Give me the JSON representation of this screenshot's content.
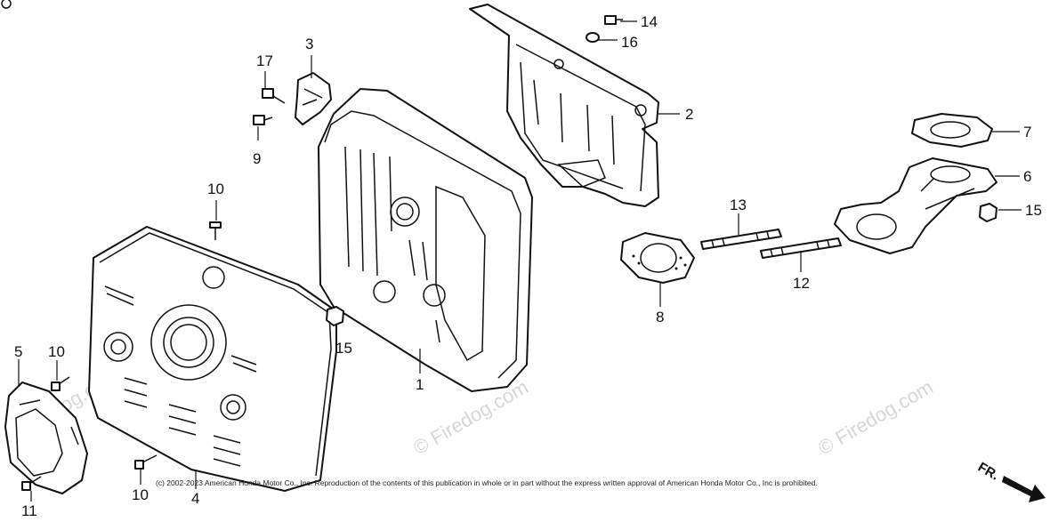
{
  "labels": {
    "p1": "1",
    "p2": "2",
    "p3": "3",
    "p4": "4",
    "p5": "5",
    "p6": "6",
    "p7": "7",
    "p8": "8",
    "p9": "9",
    "p10a": "10",
    "p10b": "10",
    "p10c": "10",
    "p11": "11",
    "p12": "12",
    "p13": "13",
    "p14": "14",
    "p15a": "15",
    "p15b": "15",
    "p16": "16",
    "p17": "17"
  },
  "copyright": "(c) 2002-2023 American Honda Motor Co., Inc. Reproduction of the contents of this publication in whole or in part without the express written approval of American Honda Motor Co., Inc is prohibited.",
  "watermark": "© Firedog.com",
  "direction_label": "FR."
}
